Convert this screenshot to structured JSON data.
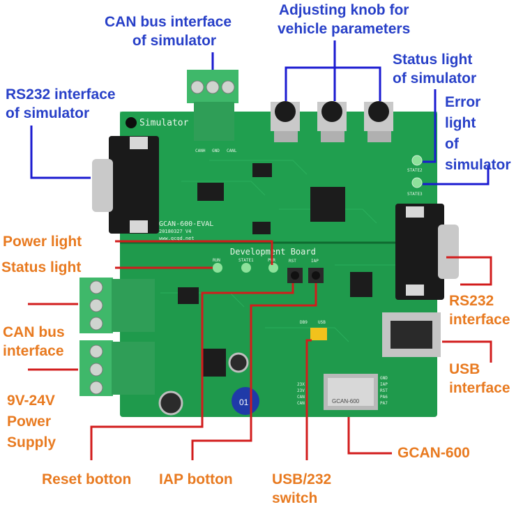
{
  "colors": {
    "pcb": "#1f9a4c",
    "pcb_dark": "#137a38",
    "terminal": "#3fb86a",
    "blue_label": "#2840c8",
    "orange_label": "#e87a20",
    "line_blue": "#1a1ad0",
    "line_red": "#d21c1c"
  },
  "board": {
    "silk_simulator": "Simulator",
    "silk_dev_board": "Development Board",
    "silk_model": "GCAN-600-EVAL",
    "silk_website": "www.gcgd.net",
    "silk_date": "20180327 V4",
    "silk_canh": "CANH",
    "silk_gnd": "GND",
    "silk_canl": "CANL",
    "silk_state2": "STATE2",
    "silk_state3": "STATE3",
    "silk_run": "RUN",
    "silk_state1": "STATE1",
    "silk_pwr": "PWR",
    "silk_rst": "RST",
    "silk_iap": "IAP",
    "silk_db9": "DB9",
    "silk_usb": "USB",
    "silk_pins": [
      "GND",
      "IAP",
      "RST",
      "PA6",
      "PA7"
    ],
    "silk_left_pins": [
      "23X",
      "23V",
      "CAN",
      "CAN"
    ],
    "module_label": "GCAN-600",
    "cap_label": "01"
  },
  "labels": {
    "can_sim": [
      "CAN bus interface",
      "of simulator"
    ],
    "knob": [
      "Adjusting knob for",
      "vehicle parameters"
    ],
    "status_sim": [
      "Status light",
      "of simulator"
    ],
    "error_sim": [
      "Error",
      "light",
      "of",
      "simulator"
    ],
    "rs232_sim": [
      "RS232 interface",
      "of simulator"
    ],
    "power_light": "Power light",
    "status_light": "Status light",
    "can_bus": [
      "CAN bus",
      "interface"
    ],
    "power_supply": [
      "9V-24V",
      "Power",
      "Supply"
    ],
    "rs232": [
      "RS232",
      "interface"
    ],
    "usb": [
      "USB",
      "interface"
    ],
    "gcan": "GCAN-600",
    "reset": "Reset botton",
    "iap": "IAP botton",
    "switch": [
      "USB/232",
      "switch"
    ]
  }
}
